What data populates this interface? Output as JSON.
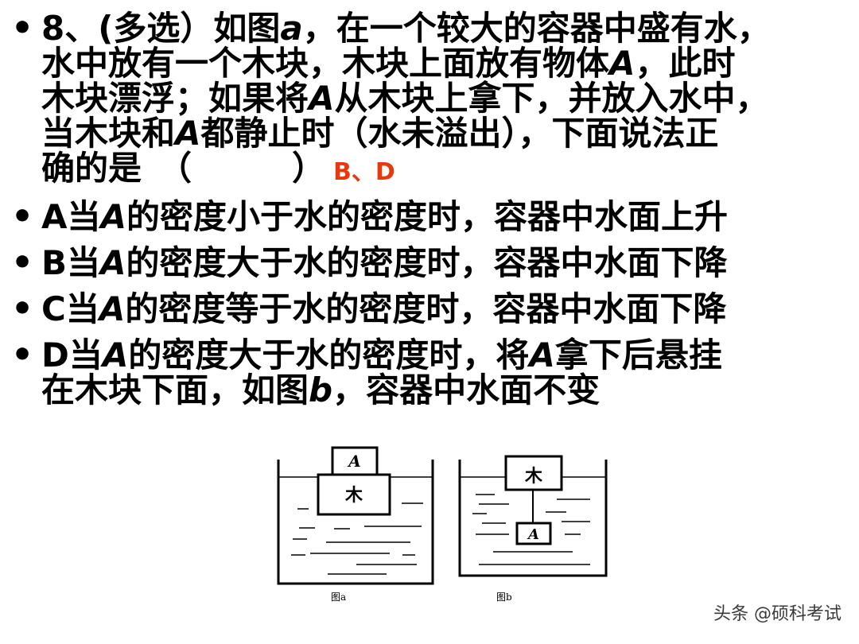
{
  "question": {
    "lines": [
      [
        "8、(多选）如图",
        "a",
        "，在一个较大的容器中盛有水，"
      ],
      [
        "水中放有一个木块，木块上面放有物体",
        "A",
        "，此时"
      ],
      [
        "木块漂浮；如果将",
        "A",
        "从木块上拿下，并放入水中，"
      ],
      [
        "当木块和",
        "A",
        "都静止时（水未溢出），下面说法正"
      ],
      [
        "确的是　（　　　）",
        "",
        ""
      ]
    ],
    "answer": "B、D"
  },
  "options": [
    {
      "lines": [
        [
          "A当",
          "A",
          "的密度小于水的密度时，容器中水面上升"
        ]
      ]
    },
    {
      "lines": [
        [
          "B当",
          "A",
          "的密度大于水的密度时，容器中水面下降"
        ]
      ]
    },
    {
      "lines": [
        [
          "C当",
          "A",
          "的密度等于水的密度时，容器中水面下降"
        ]
      ]
    },
    {
      "lines": [
        [
          "D当",
          "A",
          "的密度大于水的密度时，将"
        ],
        [
          "A",
          "拿下后悬挂",
          ""
        ]
      ],
      "line2": [
        "在木块下面，如图",
        "b",
        "，容器中水面不变"
      ]
    }
  ],
  "figure_a": {
    "box_top_label": "A",
    "box_bottom_label": "木",
    "caption": "图a"
  },
  "figure_b": {
    "box_top_label": "木",
    "box_bottom_label": "A",
    "caption": "图b"
  },
  "watermark": "头条 @硕科考试",
  "bullet_char": "•"
}
